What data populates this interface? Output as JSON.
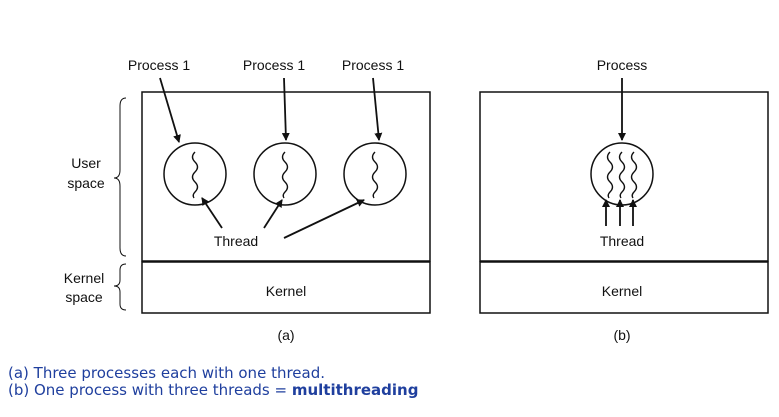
{
  "diagram": {
    "a": {
      "process_labels": [
        "Process 1",
        "Process 1",
        "Process 1"
      ],
      "user_space_label_line1": "User",
      "user_space_label_line2": "space",
      "kernel_space_label_line1": "Kernel",
      "kernel_space_label_line2": "space",
      "thread_label": "Thread",
      "kernel_label": "Kernel",
      "panel_label": "(a)"
    },
    "b": {
      "process_label": "Process",
      "thread_label": "Thread",
      "kernel_label": "Kernel",
      "panel_label": "(b)"
    }
  },
  "captions": {
    "a": "(a) Three processes each with one thread.",
    "b_prefix": "(b) One process with three threads = ",
    "b_emphasis": "multithreading"
  },
  "colors": {
    "caption": "#1f3f9e",
    "lines": "#111111"
  }
}
